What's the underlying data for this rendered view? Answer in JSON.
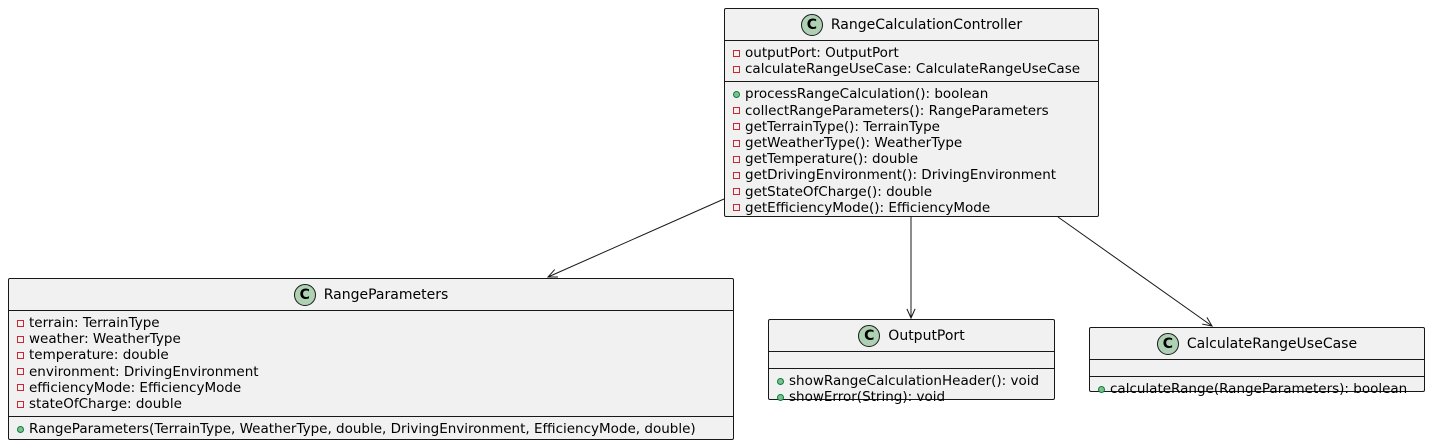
{
  "diagram": {
    "classes": [
      {
        "id": "controller",
        "name": "RangeCalculationController",
        "fields": [
          {
            "visibility": "private",
            "text": "outputPort: OutputPort"
          },
          {
            "visibility": "private",
            "text": "calculateRangeUseCase: CalculateRangeUseCase"
          }
        ],
        "methods": [
          {
            "visibility": "public",
            "text": "processRangeCalculation(): boolean"
          },
          {
            "visibility": "private",
            "text": "collectRangeParameters(): RangeParameters"
          },
          {
            "visibility": "private",
            "text": "getTerrainType(): TerrainType"
          },
          {
            "visibility": "private",
            "text": "getWeatherType(): WeatherType"
          },
          {
            "visibility": "private",
            "text": "getTemperature(): double"
          },
          {
            "visibility": "private",
            "text": "getDrivingEnvironment(): DrivingEnvironment"
          },
          {
            "visibility": "private",
            "text": "getStateOfCharge(): double"
          },
          {
            "visibility": "private",
            "text": "getEfficiencyMode(): EfficiencyMode"
          }
        ]
      },
      {
        "id": "params",
        "name": "RangeParameters",
        "fields": [
          {
            "visibility": "private",
            "text": "terrain: TerrainType"
          },
          {
            "visibility": "private",
            "text": "weather: WeatherType"
          },
          {
            "visibility": "private",
            "text": "temperature: double"
          },
          {
            "visibility": "private",
            "text": "environment: DrivingEnvironment"
          },
          {
            "visibility": "private",
            "text": "efficiencyMode: EfficiencyMode"
          },
          {
            "visibility": "private",
            "text": "stateOfCharge: double"
          }
        ],
        "methods": [
          {
            "visibility": "public",
            "text": "RangeParameters(TerrainType, WeatherType, double, DrivingEnvironment, EfficiencyMode, double)"
          }
        ]
      },
      {
        "id": "output",
        "name": "OutputPort",
        "fields": [],
        "methods": [
          {
            "visibility": "public",
            "text": "showRangeCalculationHeader(): void"
          },
          {
            "visibility": "public",
            "text": "showError(String): void"
          }
        ]
      },
      {
        "id": "usecase",
        "name": "CalculateRangeUseCase",
        "fields": [],
        "methods": [
          {
            "visibility": "public",
            "text": "calculateRange(RangeParameters): boolean"
          }
        ]
      }
    ],
    "relations": [
      {
        "from": "controller",
        "to": "params",
        "type": "association"
      },
      {
        "from": "controller",
        "to": "output",
        "type": "association"
      },
      {
        "from": "controller",
        "to": "usecase",
        "type": "association"
      }
    ],
    "colors": {
      "class_fill": "#f1f1f1",
      "border": "#181818",
      "badge_fill": "#add1b2",
      "private_marker": "#c82930",
      "public_marker": "#84be84"
    },
    "badge_letter": "C"
  }
}
